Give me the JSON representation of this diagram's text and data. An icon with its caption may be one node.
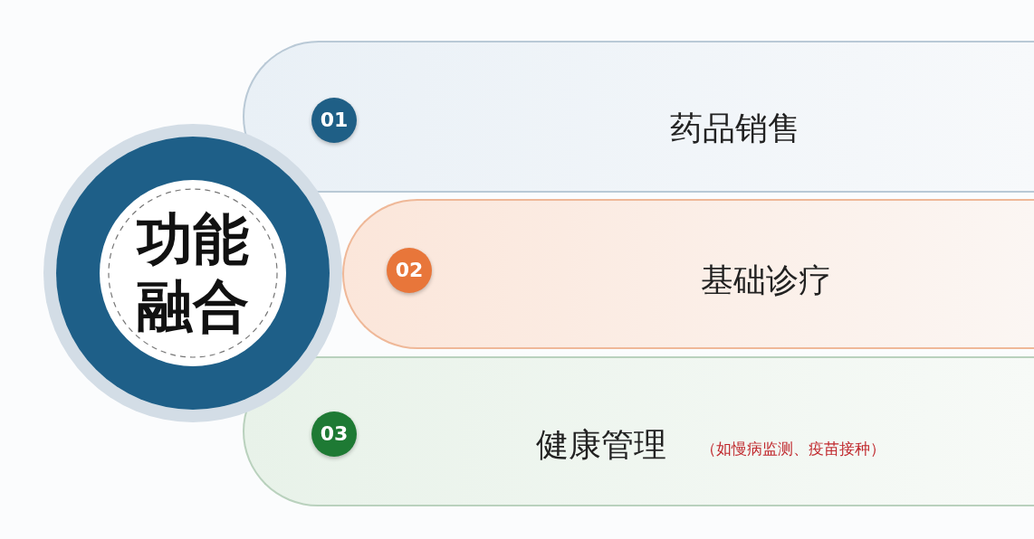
{
  "diagram": {
    "nodes": [
      {
        "text": [
          "功能融合"
        ]
      },
      {
        "text": [
          "01",
          "药品销售"
        ]
      },
      {
        "text": [
          "02",
          "基础诊疗"
        ]
      },
      {
        "text": [
          "03",
          "健康管理",
          "（如慢病监测、疫苗接种）"
        ]
      }
    ]
  }
}
